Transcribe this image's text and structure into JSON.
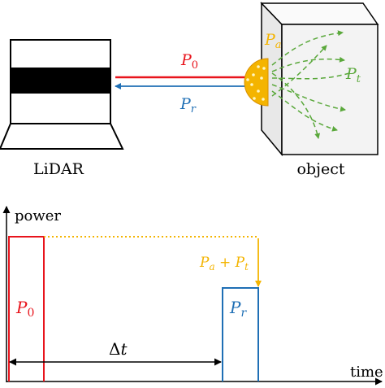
{
  "colors": {
    "p0": "#e8141c",
    "pr": "#1f6fb5",
    "pa": "#f4b400",
    "pt": "#5aa83b",
    "ink": "#000000"
  },
  "top": {
    "lidar_label": "LiDAR",
    "object_label": "object",
    "p0": {
      "sym": "P",
      "sub": "0"
    },
    "pr": {
      "sym": "P",
      "sub": "r"
    },
    "pa": {
      "sym": "P",
      "sub": "a"
    },
    "pt": {
      "sym": "P",
      "sub": "t"
    }
  },
  "bottom": {
    "y_axis_label": "power",
    "x_axis_label": "time",
    "p0": {
      "sym": "P",
      "sub": "0"
    },
    "pr": {
      "sym": "P",
      "sub": "r"
    },
    "sum": {
      "a_sym": "P",
      "a_sub": "a",
      "plus": " + ",
      "t_sym": "P",
      "t_sub": "t"
    },
    "delta_t": {
      "delta": "Δ",
      "sym": "t"
    }
  }
}
